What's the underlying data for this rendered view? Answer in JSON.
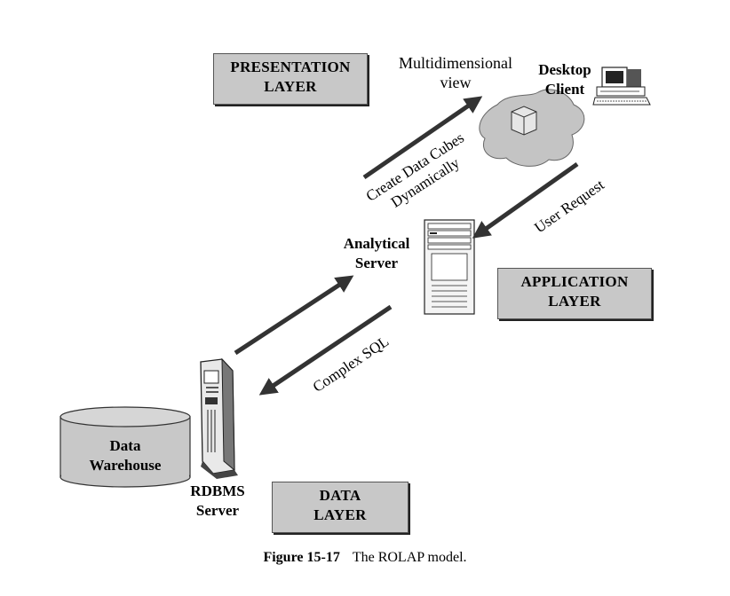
{
  "layers": {
    "presentation": {
      "line1": "PRESENTATION",
      "line2": "LAYER"
    },
    "application": {
      "line1": "APPLICATION",
      "line2": "LAYER"
    },
    "data": {
      "line1": "DATA",
      "line2": "LAYER"
    }
  },
  "labels": {
    "multidim_line1": "Multidimensional",
    "multidim_line2": "view",
    "desktop_line1": "Desktop",
    "desktop_line2": "Client",
    "analytical_line1": "Analytical",
    "analytical_line2": "Server",
    "warehouse_line1": "Data",
    "warehouse_line2": "Warehouse",
    "rdbms_line1": "RDBMS",
    "rdbms_line2": "Server",
    "create_line1": "Create Data Cubes",
    "create_line2": "Dynamically",
    "user_request": "User Request",
    "complex_sql": "Complex SQL"
  },
  "caption": {
    "number": "Figure 15-17",
    "text": "The ROLAP model."
  }
}
